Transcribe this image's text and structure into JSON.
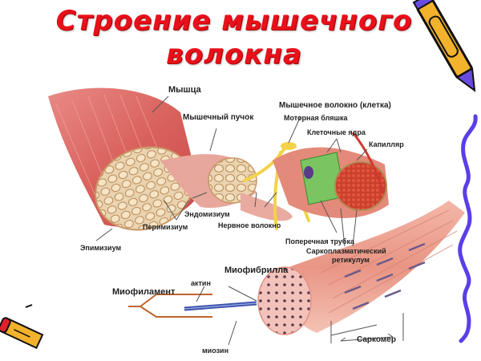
{
  "title": {
    "line1": "Строение мышечного",
    "line2": "волокна",
    "color": "#e8101a"
  },
  "labels": {
    "muscle": "Мышца",
    "muscle_bundle": "Мышечный пучок",
    "muscle_fiber": "Мышечное волокно (клетка)",
    "motor_plaque": "Моторная бляшка",
    "cell_nuclei": "Клеточные ядра",
    "capillary": "Капилляр",
    "endomysium": "Эндомизиум",
    "perimysium": "Перимизиум",
    "epimysium": "Эпимизиум",
    "nerve_fiber": "Нервное волокно",
    "transverse_tubule": "Поперечная трубка",
    "sarcoplasmic_reticulum_1": "Саркоплазматический",
    "sarcoplasmic_reticulum_2": "ретикулум",
    "myofibril": "Миофибрилла",
    "myofilament": "Миофиламент",
    "actin": "актин",
    "myosin": "миозин",
    "sarcomere": "Саркомер"
  },
  "decorations": {
    "pencil_top_right": "pencil-icon",
    "pencil_bottom_left": "pencil-icon",
    "squiggle_color": "#5b3ee8"
  }
}
